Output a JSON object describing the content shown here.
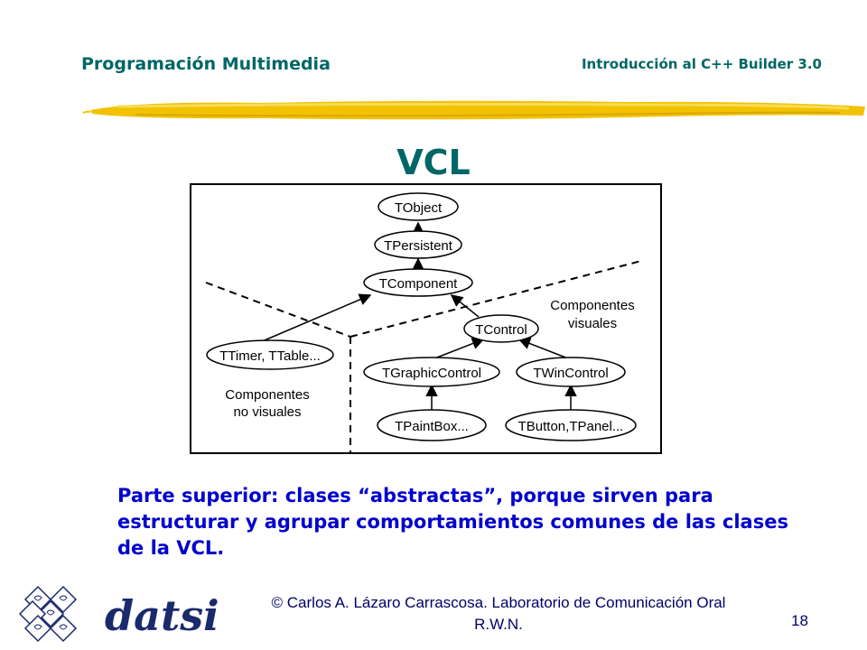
{
  "header": {
    "left": "Programación Multimedia",
    "right": "Introducción al C++ Builder 3.0"
  },
  "title": "VCL",
  "diagram": {
    "nodes": {
      "tobject": "TObject",
      "tpersistent": "TPersistent",
      "tcomponent": "TComponent",
      "tcontrol": "TControl",
      "ttimer": "TTimer, TTable...",
      "tgraphiccontrol": "TGraphicControl",
      "twincontrol": "TWinControl",
      "tpaintbox": "TPaintBox...",
      "tbutton": "TButton,TPanel..."
    },
    "label_visual_1": "Componentes",
    "label_visual_2": "visuales",
    "label_nonvisual_1": "Componentes",
    "label_nonvisual_2": "no visuales"
  },
  "body_text": "Parte superior: clases “abstractas”, porque sirven para estructurar y agrupar comportamientos comunes de las clases de la VCL.",
  "logo_text": "datsi",
  "footer": {
    "line1": "© Carlos A. Lázaro Carrascosa. Laboratorio de Comunicación Oral",
    "line2": "R.W.N.",
    "page_number": "18"
  },
  "colors": {
    "header": "#006666",
    "body": "#0000cc",
    "footer": "#000066",
    "brush": "#f2c200"
  }
}
